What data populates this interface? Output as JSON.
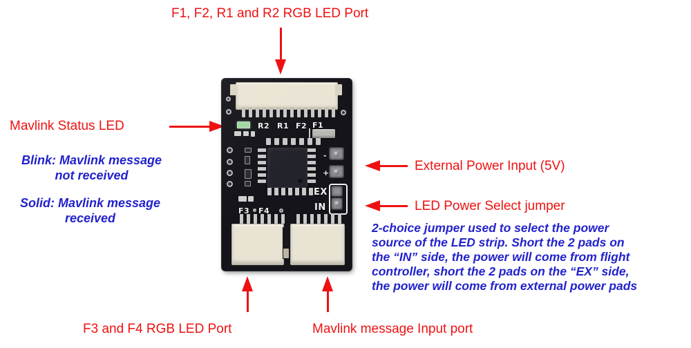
{
  "diagram": {
    "title": "RGB LED controller board annotated diagram",
    "colors": {
      "callout_red": "#ee1111",
      "note_blue": "#2222cc",
      "pcb_black": "#14141a",
      "connector_white": "#e8e3d3"
    }
  },
  "callouts": {
    "top_port": "F1, F2, R1 and R2 RGB LED Port",
    "status_led": "Mavlink Status LED",
    "external_power": "External Power Input (5V)",
    "jumper": "LED Power Select jumper",
    "bottom_led_port": "F3 and F4 RGB LED Port",
    "bottom_input_port": "Mavlink message Input port"
  },
  "notes": {
    "blink_line1": "Blink: Mavlink message",
    "blink_line2": "not received",
    "solid_line1": "Solid: Mavlink message",
    "solid_line2": "received",
    "jumper_desc": [
      "2-choice jumper used to select the power",
      "source of the LED strip. Short the 2 pads on",
      "the “IN” side, the power will come from flight",
      "controller, short the 2 pads on the “EX” side,",
      "the power will come from external power pads"
    ]
  },
  "board": {
    "silkscreen": {
      "r2": "R2",
      "r1": "R1",
      "f2": "F2",
      "f1": "F1",
      "f3": "F3",
      "f4": "F4",
      "ex": "EX",
      "in": "IN",
      "minus": "-",
      "plus": "+"
    }
  },
  "icons": {
    "arrow_down": "arrow-down-icon",
    "arrow_up": "arrow-up-icon",
    "arrow_left": "arrow-left-icon",
    "arrow_right": "arrow-right-icon"
  }
}
